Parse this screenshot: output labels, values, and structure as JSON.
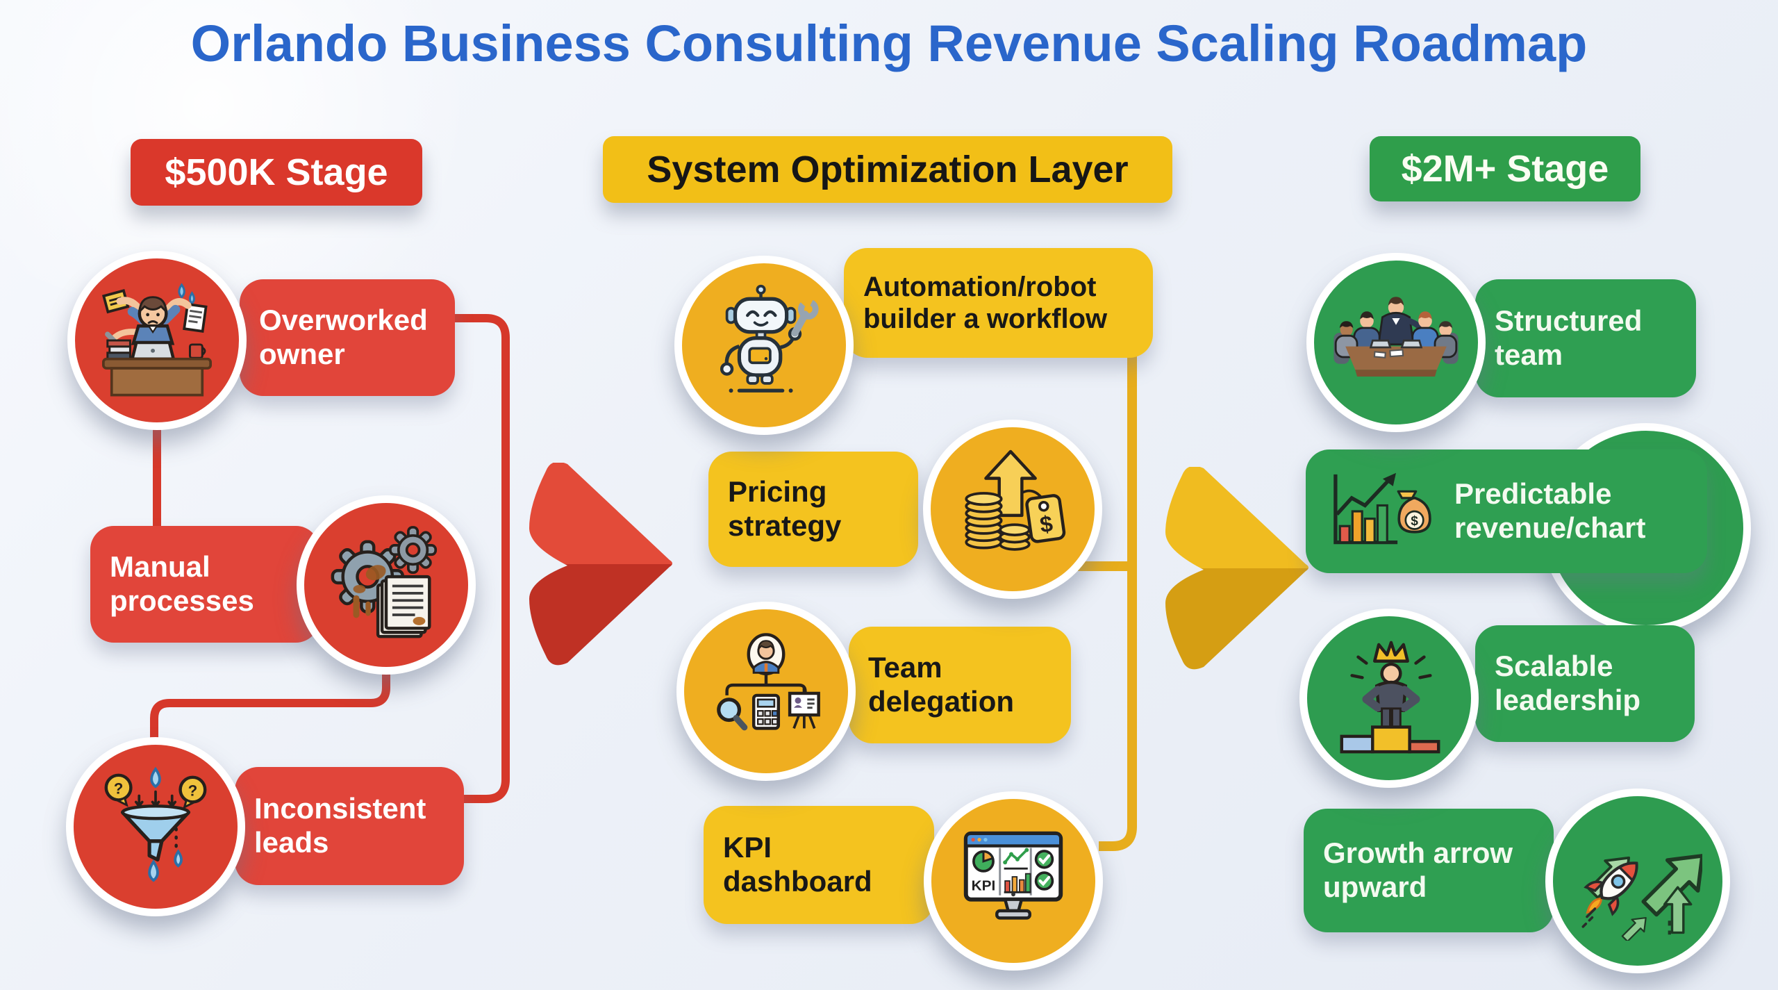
{
  "title": "Orlando Business Consulting Revenue Scaling Roadmap",
  "columns": [
    {
      "id": "stage-500k",
      "header": "$500K Stage",
      "accent": "#da382b",
      "items": [
        "Overworked owner",
        "Manual processes",
        "Inconsistent leads"
      ]
    },
    {
      "id": "system-optimization",
      "header": "System Optimization Layer",
      "accent": "#f2bf17",
      "items": [
        "Automation/robot builder a workflow",
        "Pricing strategy",
        "Team delegation",
        "KPI dashboard"
      ]
    },
    {
      "id": "stage-2m",
      "header": "$2M+ Stage",
      "accent": "#2f9e4b",
      "items": [
        "Structured team",
        "Predictable revenue/chart",
        "Scalable leadership",
        "Growth arrow upward"
      ]
    }
  ],
  "icon_glyphs": {
    "kpi": "KPI",
    "dollar": "$",
    "question": "?"
  },
  "palette": {
    "title_blue": "#2a66cb",
    "red": "#da382b",
    "yellow": "#f2bf17",
    "green": "#2f9e4b",
    "background": "#edf1f8"
  }
}
